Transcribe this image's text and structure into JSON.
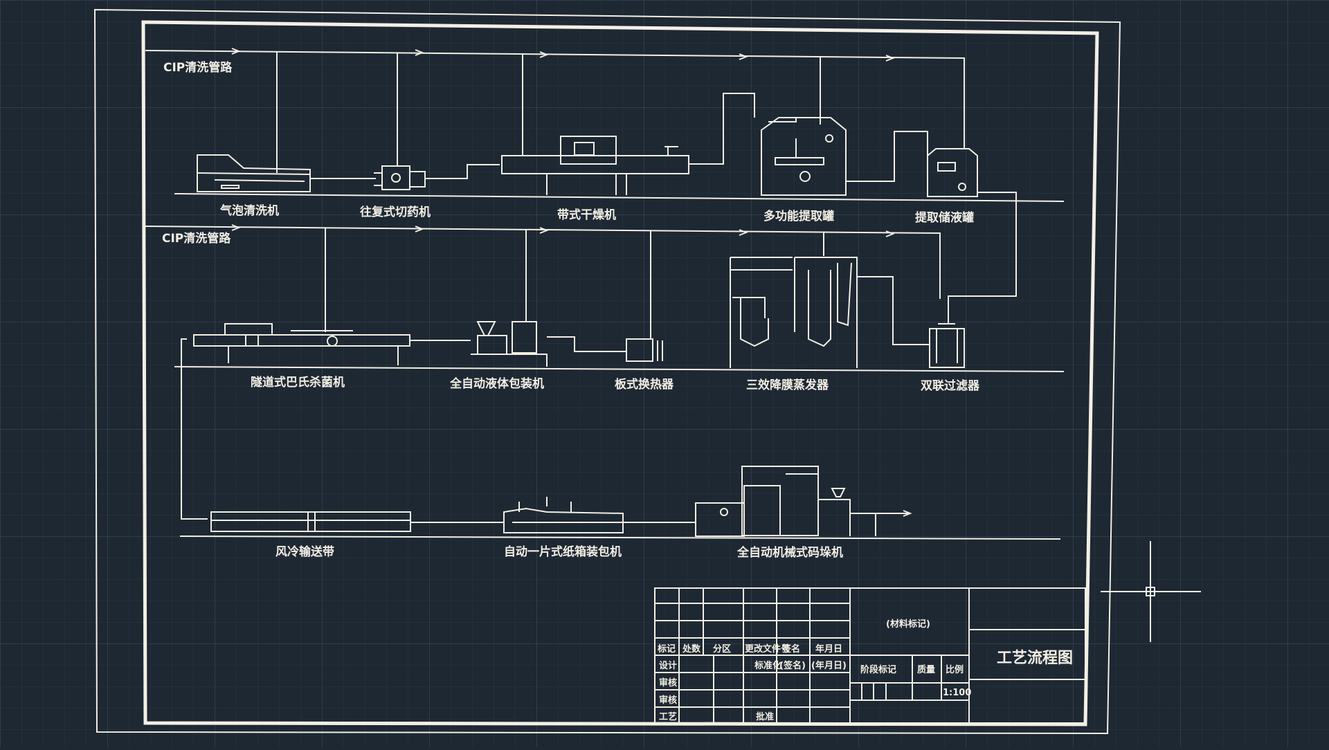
{
  "drawing": {
    "title": "工艺流程图",
    "cip_label_1": "CIP清洗管路",
    "cip_label_2": "CIP清洗管路"
  },
  "equipment_row1": [
    {
      "label": "气泡清洗机"
    },
    {
      "label": "往复式切药机"
    },
    {
      "label": "带式干燥机"
    },
    {
      "label": "多功能提取罐"
    },
    {
      "label": "提取储液罐"
    }
  ],
  "equipment_row2": [
    {
      "label": "隧道式巴氏杀菌机"
    },
    {
      "label": "全自动液体包装机"
    },
    {
      "label": "板式换热器"
    },
    {
      "label": "三效降膜蒸发器"
    },
    {
      "label": "双联过滤器"
    }
  ],
  "equipment_row3": [
    {
      "label": "风冷输送带"
    },
    {
      "label": "自动一片式纸箱装包机"
    },
    {
      "label": "全自动机械式码垛机"
    }
  ],
  "title_block": {
    "material_mark": "(材料标记)",
    "row_mark": [
      "标记",
      "处数",
      "分区",
      "更改文件号",
      "签名",
      "年月日"
    ],
    "design": "设计",
    "standardize": "标准化",
    "sign": "(签名)",
    "date": "(年月日)",
    "stage_mark": "阶段标记",
    "weight": "质量",
    "scale": "比例",
    "scale_value": "1:100",
    "review": "审核",
    "audit": "审核",
    "process": "工艺",
    "approve": "批准"
  },
  "colors": {
    "background": "#1e2833",
    "grid_minor": "#2a3642",
    "grid_major": "#354352",
    "line": "#f2efe4"
  }
}
